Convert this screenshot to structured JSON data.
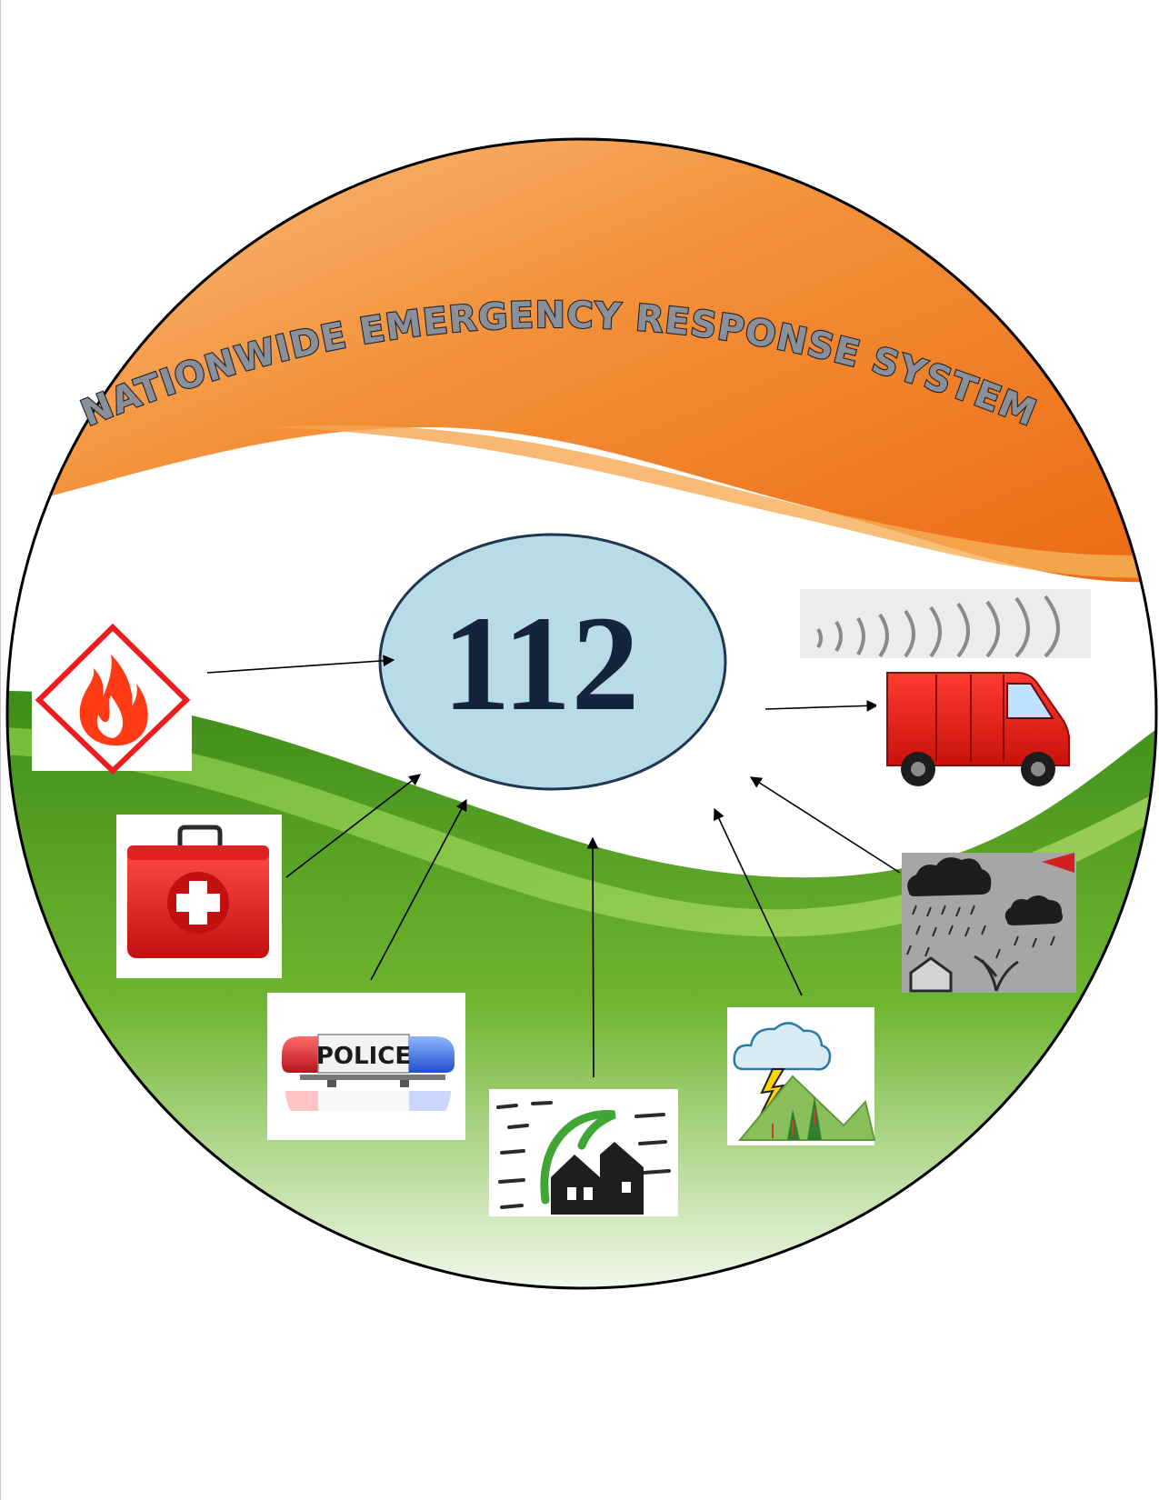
{
  "title": "NATIONWIDE EMERGENCY RESPONSE SYSTEM",
  "hub": {
    "label": "112"
  },
  "colors": {
    "saffron": "#f07a1a",
    "green": "#4f9a22",
    "hub_fill": "#b8dce6",
    "hub_stroke": "#1f3554",
    "hub_text": "#14243c",
    "title_fill": "#8a8f98"
  },
  "nodes": [
    {
      "id": "fire",
      "icon": "fire-hazard-icon",
      "arrow": "to-hub"
    },
    {
      "id": "medical",
      "icon": "first-aid-kit-icon",
      "arrow": "to-hub"
    },
    {
      "id": "police",
      "icon": "police-siren-icon",
      "label": "POLICE",
      "arrow": "to-hub"
    },
    {
      "id": "cyclone",
      "icon": "cyclone-house-icon",
      "arrow": "to-hub"
    },
    {
      "id": "storm",
      "icon": "thunderstorm-mountain-icon",
      "arrow": "to-hub"
    },
    {
      "id": "flood",
      "icon": "heavy-rain-icon",
      "arrow": "to-hub"
    },
    {
      "id": "response-van",
      "icon": "response-van-icon",
      "arrow": "from-hub"
    }
  ]
}
